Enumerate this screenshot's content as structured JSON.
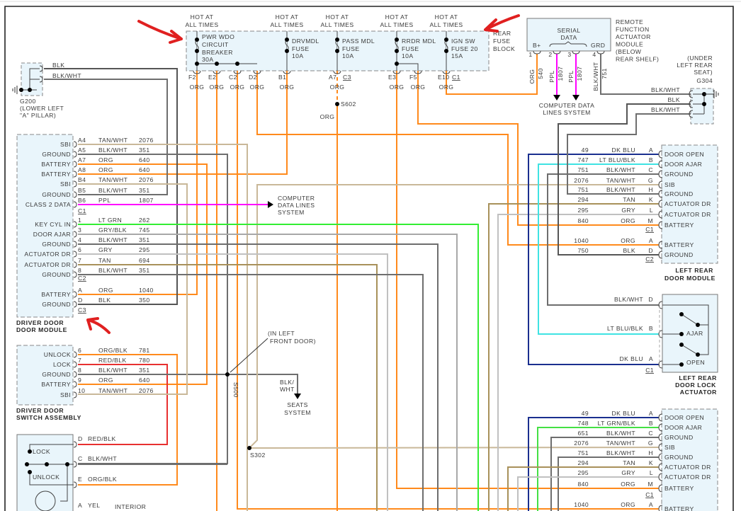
{
  "wire_colors": {
    "ORG": "#ff8a1c",
    "TAN/WHT": "#c9b899",
    "TAN": "#a8915a",
    "GRY": "#c0c0c0",
    "GRY/BLK": "#a8a8a8",
    "BLK/WHT": "#6e6e6e",
    "BLK": "#555555",
    "DK BLU": "#1a2f8f",
    "LT BLU/BLK": "#3fe3e3",
    "LT GRN": "#33ee33",
    "LT GRN/BLK": "#44e044",
    "RED/BLK": "#e83030",
    "ORG/BLK": "#ff8a1c",
    "PPL": "#ff00ff",
    "annotation": "#e02020"
  },
  "fuse_block": {
    "hot_label": [
      "HOT AT",
      "ALL TIMES"
    ],
    "title": [
      "REAR",
      "FUSE",
      "BLOCK"
    ],
    "fuses": [
      {
        "name": [
          "PWR WDO",
          "CIRCUIT",
          "BREAKER"
        ],
        "rating": "30A"
      },
      {
        "name": [
          "DRVMDL",
          "FUSE"
        ],
        "rating": "10A"
      },
      {
        "name": [
          "PASS MDL",
          "FUSE"
        ],
        "rating": "10A"
      },
      {
        "name": [
          "RRDR MDL",
          "FUSE"
        ],
        "rating": "10A"
      },
      {
        "name": [
          "IGN SW",
          "FUSE 20"
        ],
        "rating": "15A"
      }
    ],
    "terminals": [
      "F2",
      "E2",
      "C2",
      "D2",
      "B1",
      "A7",
      "E3",
      "F5",
      "E10"
    ],
    "connector_c3": "C3",
    "connector_c1": "C1",
    "wire_color": "ORG",
    "splice": "S602"
  },
  "remote_module": {
    "title": [
      "REMOTE",
      "FUNCTION",
      "ACTUATOR",
      "MODULE",
      "(BELOW",
      "REAR SHELF)"
    ],
    "serial_data": [
      "SERIAL",
      "DATA"
    ],
    "bplus": "B+",
    "grd": "GRD",
    "pins": [
      {
        "pin": "1",
        "color": "ORG",
        "circuit": "540"
      },
      {
        "pin": "2",
        "color": "PPL",
        "circuit": "1807"
      },
      {
        "pin": "3",
        "color": "PPL",
        "circuit": "1807"
      },
      {
        "pin": "4",
        "color": "BLK/WHT",
        "circuit": "751"
      }
    ],
    "data_lines": [
      "COMPUTER DATA",
      "LINES SYSTEM"
    ]
  },
  "g304": {
    "location": [
      "(UNDER",
      "LEFT REAR",
      "SEAT)"
    ],
    "name": "G304",
    "wires": [
      "BLK/WHT",
      "BLK",
      "BLK/WHT"
    ]
  },
  "g200": {
    "name": "G200",
    "location": [
      "(LOWER LEFT",
      "\"A\" PILLAR)"
    ],
    "wires": [
      "BLK",
      "BLK/WHT"
    ]
  },
  "driver_module": {
    "caption": [
      "DRIVER DOOR",
      "DOOR MODULE"
    ],
    "rows": [
      {
        "func": "SBI",
        "pin": "A4",
        "color": "TAN/WHT",
        "circuit": "2076"
      },
      {
        "func": "GROUND",
        "pin": "A5",
        "color": "BLK/WHT",
        "circuit": "351"
      },
      {
        "func": "BATTERY",
        "pin": "A7",
        "color": "ORG",
        "circuit": "640"
      },
      {
        "func": "BATTERY",
        "pin": "A8",
        "color": "ORG",
        "circuit": "640"
      },
      {
        "func": "SBI",
        "pin": "B4",
        "color": "TAN/WHT",
        "circuit": "2076"
      },
      {
        "func": "GROUND",
        "pin": "B5",
        "color": "BLK/WHT",
        "circuit": "351"
      },
      {
        "func": "CLASS 2 DATA",
        "pin": "B6",
        "color": "PPL",
        "circuit": "1807"
      },
      {
        "func": "KEY CYL IN",
        "pin": "1",
        "color": "LT GRN",
        "circuit": "262"
      },
      {
        "func": "DOOR AJAR",
        "pin": "3",
        "color": "GRY/BLK",
        "circuit": "745"
      },
      {
        "func": "GROUND",
        "pin": "4",
        "color": "BLK/WHT",
        "circuit": "351"
      },
      {
        "func": "ACTUATOR DR",
        "pin": "6",
        "color": "GRY",
        "circuit": "295"
      },
      {
        "func": "ACTUATOR DR",
        "pin": "7",
        "color": "TAN",
        "circuit": "694"
      },
      {
        "func": "GROUND",
        "pin": "8",
        "color": "BLK/WHT",
        "circuit": "351"
      },
      {
        "func": "BATTERY",
        "pin": "A",
        "color": "ORG",
        "circuit": "1040"
      },
      {
        "func": "GROUND",
        "pin": "D",
        "color": "BLK",
        "circuit": "350"
      }
    ],
    "connectors": [
      "C1",
      "C2",
      "C3"
    ],
    "data_lines": [
      "COMPUTER",
      "DATA LINES",
      "SYSTEM"
    ]
  },
  "switch_assembly": {
    "caption": [
      "DRIVER DOOR",
      "SWITCH ASSEMBLY"
    ],
    "rows": [
      {
        "func": "UNLOCK",
        "pin": "6",
        "color": "ORG/BLK",
        "circuit": "781"
      },
      {
        "func": "LOCK",
        "pin": "7",
        "color": "RED/BLK",
        "circuit": "780"
      },
      {
        "func": "GROUND",
        "pin": "8",
        "color": "BLK/WHT",
        "circuit": "351"
      },
      {
        "func": "BATTERY",
        "pin": "9",
        "color": "ORG",
        "circuit": "640"
      },
      {
        "func": "SBI",
        "pin": "10",
        "color": "TAN/WHT",
        "circuit": "2076"
      }
    ]
  },
  "lock_switch": {
    "lock": "LOCK",
    "unlock": "UNLOCK",
    "rows": [
      {
        "pin": "D",
        "color": "RED/BLK"
      },
      {
        "pin": "C",
        "color": "BLK/WHT"
      },
      {
        "pin": "E",
        "color": "ORG/BLK"
      },
      {
        "pin": "A",
        "color": "YEL"
      }
    ],
    "interior": "INTERIOR"
  },
  "splices": {
    "s500": "S500",
    "s500_location": [
      "(IN LEFT",
      "FRONT DOOR)"
    ],
    "s500_wire": [
      "BLK/",
      "WHT"
    ],
    "seats": [
      "SEATS",
      "SYSTEM"
    ],
    "s302": "S302"
  },
  "left_rear_module": {
    "caption": [
      "LEFT REAR",
      "DOOR MODULE"
    ],
    "rows": [
      {
        "func": "DOOR OPEN",
        "pin": "A",
        "color": "DK BLU",
        "circuit": "49"
      },
      {
        "func": "DOOR AJAR",
        "pin": "B",
        "color": "LT BLU/BLK",
        "circuit": "747"
      },
      {
        "func": "GROUND",
        "pin": "C",
        "color": "BLK/WHT",
        "circuit": "751"
      },
      {
        "func": "SIB",
        "pin": "G",
        "color": "TAN/WHT",
        "circuit": "2076"
      },
      {
        "func": "GROUND",
        "pin": "H",
        "color": "BLK/WHT",
        "circuit": "751"
      },
      {
        "func": "ACTUATOR DR",
        "pin": "K",
        "color": "TAN",
        "circuit": "294"
      },
      {
        "func": "ACTUATOR DR",
        "pin": "L",
        "color": "GRY",
        "circuit": "295"
      },
      {
        "func": "BATTERY",
        "pin": "M",
        "color": "ORG",
        "circuit": "840"
      },
      {
        "func": "BATTERY",
        "pin": "A",
        "color": "ORG",
        "circuit": "1040"
      },
      {
        "func": "GROUND",
        "pin": "D",
        "color": "BLK",
        "circuit": "750"
      }
    ],
    "connectors": [
      "C1",
      "C2"
    ]
  },
  "actuator": {
    "caption": [
      "LEFT REAR",
      "DOOR LOCK",
      "ACTUATOR"
    ],
    "ajar": "AJAR",
    "open": "OPEN",
    "rows": [
      {
        "pin": "D",
        "color": "BLK/WHT"
      },
      {
        "pin": "B",
        "color": "LT BLU/BLK"
      },
      {
        "pin": "A",
        "color": "DK BLU"
      }
    ],
    "connector": "C1"
  },
  "lower_module": {
    "rows": [
      {
        "func": "DOOR OPEN",
        "pin": "A",
        "color": "DK BLU",
        "circuit": "49"
      },
      {
        "func": "DOOR AJAR",
        "pin": "B",
        "color": "LT GRN/BLK",
        "circuit": "748"
      },
      {
        "func": "GROUND",
        "pin": "C",
        "color": "BLK/WHT",
        "circuit": "651"
      },
      {
        "func": "SIB",
        "pin": "G",
        "color": "TAN/WHT",
        "circuit": "2076"
      },
      {
        "func": "GROUND",
        "pin": "H",
        "color": "BLK/WHT",
        "circuit": "751"
      },
      {
        "func": "ACTUATOR DR",
        "pin": "K",
        "color": "TAN",
        "circuit": "294"
      },
      {
        "func": "ACTUATOR DR",
        "pin": "L",
        "color": "GRY",
        "circuit": "295"
      },
      {
        "func": "BATTERY",
        "pin": "M",
        "color": "ORG",
        "circuit": "840"
      },
      {
        "func": "BATTERY",
        "pin": "A",
        "color": "ORG",
        "circuit": "1040"
      }
    ],
    "connector": "C1"
  }
}
